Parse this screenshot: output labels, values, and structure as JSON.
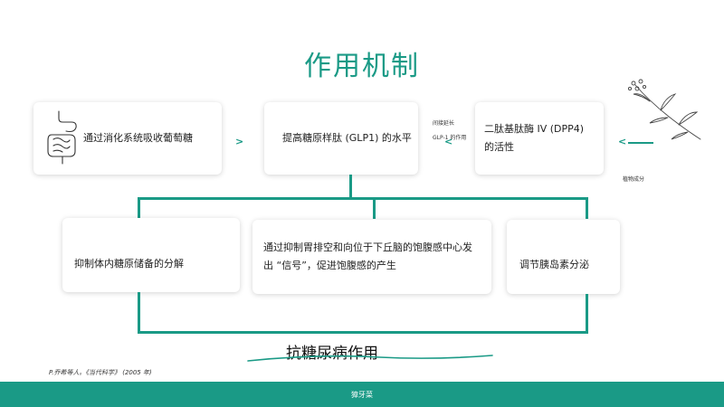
{
  "title": "作用机制",
  "cards": {
    "digest": "通过消化系统吸收葡萄糖",
    "glp1": "提高糖原样肽 (GLP1) 的水平",
    "dpp4": "二肽基肽酶 IV (DPP4) 的活性",
    "inhibit": "抑制体内糖原储备的分解",
    "stomach": "通过抑制胃排空和向位于下丘脑的饱腹感中心发出 “信号”，促进饱腹感的产生",
    "insulin": "调节胰岛素分泌"
  },
  "notes": {
    "extend1": "间接延长",
    "extend2": "GLP-1 的作用",
    "plant": "植物成分"
  },
  "subtitle": "抗糖尿病作用",
  "reference": "P.乔希等人。《当代科学》 (2005 年)",
  "footer": "獐牙菜",
  "icons": [
    "digestive-system-icon",
    "plant-sprig-icon",
    "chevron-right-icon",
    "chevron-left-icon"
  ],
  "colors": {
    "accent": "#1a9a86"
  }
}
